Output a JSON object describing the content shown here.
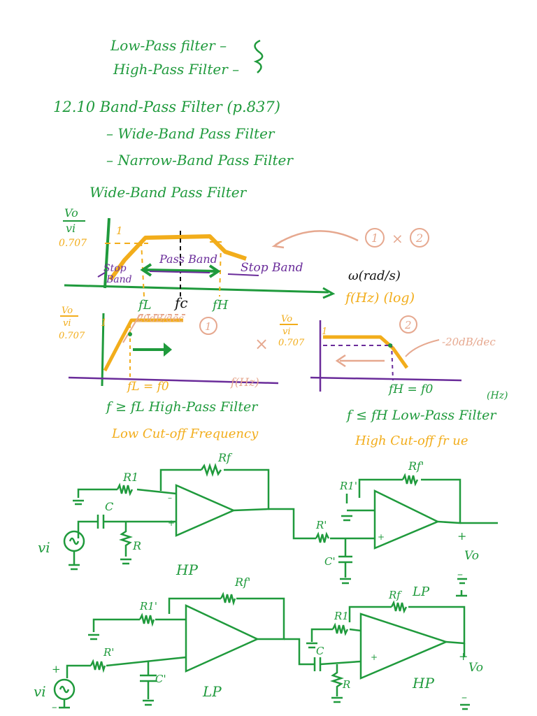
{
  "colors": {
    "green": "#1f9a3c",
    "orange": "#f2ad1b",
    "purple": "#6a2c9a",
    "salmon": "#e6a88f",
    "black": "#111111"
  },
  "notes": {
    "lowpass": "Low-Pass filter –",
    "highpass": "High-Pass Filter –",
    "section": "12.10   Band-Pass Filter (p.837)",
    "wide": "– Wide-Band Pass Filter",
    "narrow": "– Narrow-Band Pass Filter",
    "wide_title": "Wide-Band Pass Filter"
  },
  "bode": {
    "ylabel_num": "Vo",
    "ylabel_den": "vi",
    "one": "1",
    "p707": "0.707",
    "stop_left_1": "Stop",
    "stop_left_2": "Band",
    "pass_band": "Pass Band",
    "stop_right": "Stop Band",
    "fL": "fL",
    "fc": "fc",
    "fH": "fH",
    "omega_unit": "ω(rad/s)",
    "f_unit": "f(Hz) (log)",
    "circle1": "1",
    "times": "×",
    "circle2": "2"
  },
  "hp_plot": {
    "ylabel_num": "Vo",
    "ylabel_den": "vi",
    "one": "1",
    "p707": "0.707",
    "slope": "20dB/dec",
    "circle": "1",
    "fL_eq": "fL = f0",
    "axis": "f(Hz)",
    "cond": "f ≥ fL   High-Pass Filter",
    "caption": "Low Cut-off Frequency"
  },
  "lp_plot": {
    "ylabel_num": "Vo",
    "ylabel_den": "vi",
    "one": "1",
    "p707": "0.707",
    "slope": "-20dB/dec",
    "circle": "2",
    "fH_eq": "fH = f0",
    "axis": "(Hz)",
    "cond": "f ≤ fH   Low-Pass Filter",
    "caption": "High Cut-off fr ue",
    "times": "×"
  },
  "circuit_top": {
    "rf": "Rf",
    "r1": "R1",
    "c": "C",
    "r": "R",
    "vi": "vi",
    "label": "HP",
    "rf2": "Rf'",
    "r1p": "R1'",
    "rp": "R'",
    "cp": "C'",
    "vo": "Vo",
    "plus": "+",
    "minus": "–"
  },
  "circuit_bottom": {
    "rf": "Rf'",
    "r1": "R1'",
    "rp": "R'",
    "cp": "C'",
    "vi": "vi",
    "label": "LP",
    "rf2": "Rf",
    "lp2": "LP",
    "r1b": "R1",
    "c": "C",
    "r": "R",
    "vo": "Vo",
    "label2": "HP",
    "plus": "+",
    "minus": "–"
  }
}
